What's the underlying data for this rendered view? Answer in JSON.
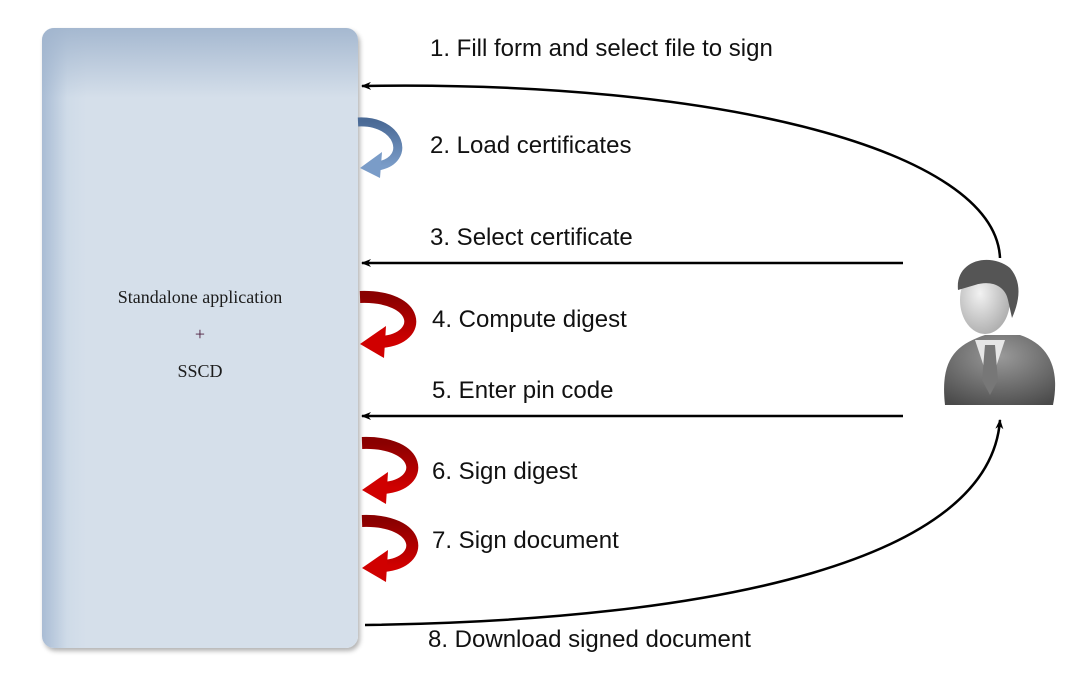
{
  "app_box": {
    "line1": "Standalone application",
    "line2": "+",
    "line3": "SSCD"
  },
  "steps": [
    "1. Fill form and select file to sign",
    "2. Load certificates",
    "3. Select certificate",
    "4. Compute digest",
    "5. Enter pin code",
    "6. Sign digest",
    "7. Sign document",
    "8. Download signed document"
  ],
  "colors": {
    "box": "#d5dfea",
    "blue_curl": "#5a7aa6",
    "red_curl": "#b00000",
    "arrow": "#000000"
  },
  "icons": {
    "user": "user-icon"
  }
}
